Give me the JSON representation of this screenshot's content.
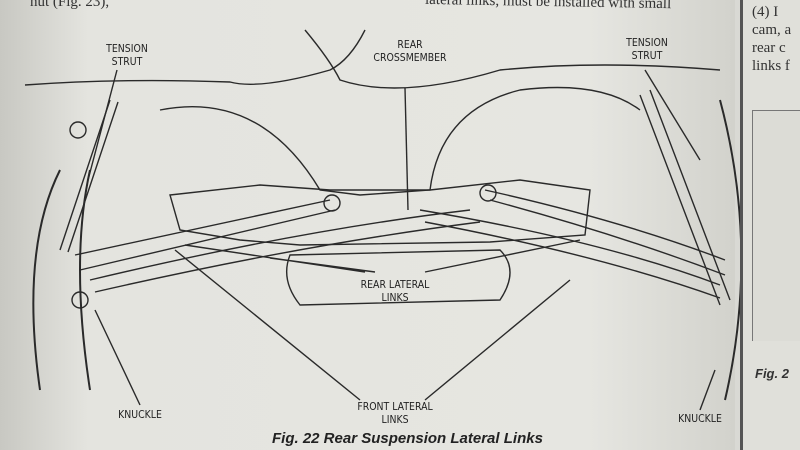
{
  "header_text": {
    "left": "nut (Fig. 23),",
    "center": "lateral links, must be installed with small"
  },
  "right_column": {
    "lines": [
      "(4) I",
      "cam, a",
      "rear c",
      "links f"
    ],
    "fig_label": "Fig. 2"
  },
  "labels": {
    "tension_strut_left": "TENSION STRUT",
    "rear_crossmember": "REAR CROSSMEMBER",
    "tension_strut_right": "TENSION STRUT",
    "rear_lateral_links": "REAR LATERAL LINKS",
    "front_lateral_links": "FRONT LATERAL LINKS",
    "knuckle_left": "KNUCKLE",
    "knuckle_right": "KNUCKLE"
  },
  "caption": "Fig. 22 Rear Suspension Lateral Links"
}
